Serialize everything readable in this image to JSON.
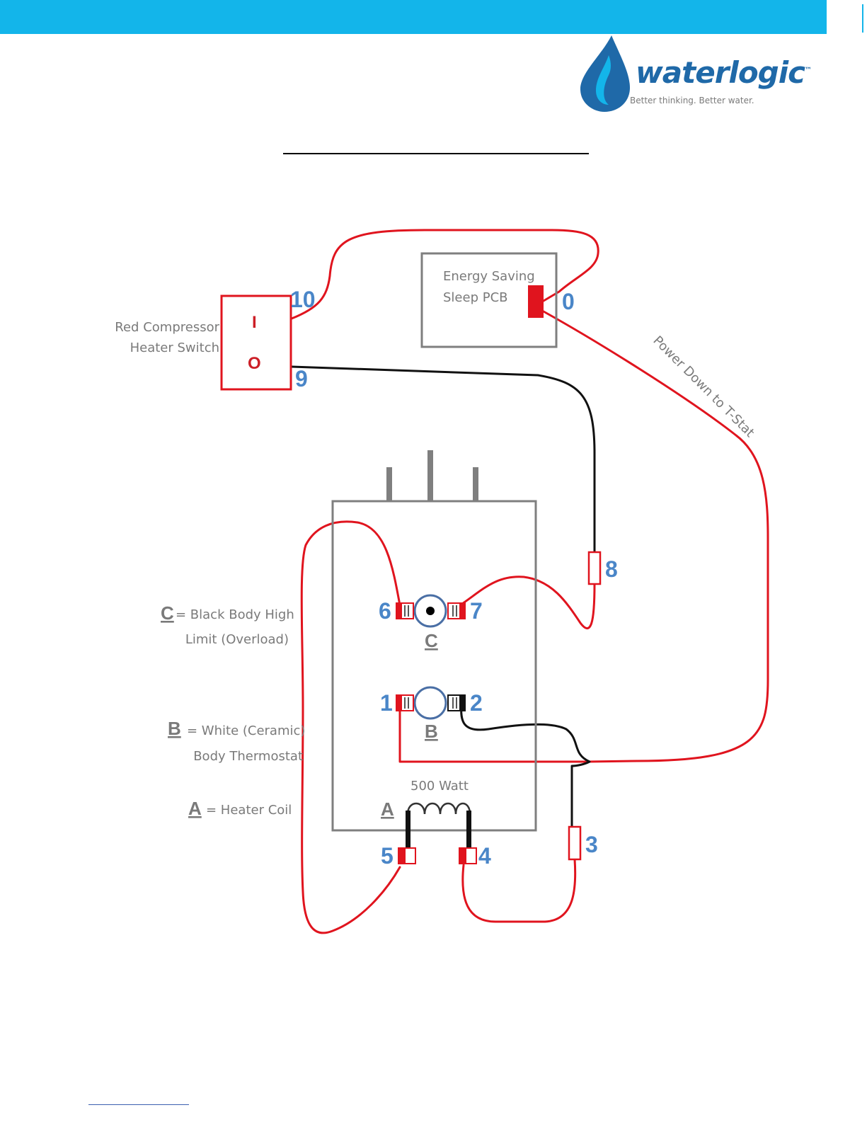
{
  "header": {
    "bar_color": "#13b5ea",
    "brand_name": "waterlogic",
    "trademark": "™",
    "tagline": "Better thinking. Better water."
  },
  "diagram": {
    "switch": {
      "label_line1": "Red Compressor",
      "label_line2": "Heater Switch",
      "on_symbol": "I",
      "off_symbol": "O"
    },
    "pcb": {
      "label_line1": "Energy Saving",
      "label_line2": "Sleep PCB"
    },
    "wire_note": "Power Down to T-Stat",
    "terminals": {
      "t0": "0",
      "t1": "1",
      "t2": "2",
      "t3": "3",
      "t4": "4",
      "t5": "5",
      "t6": "6",
      "t7": "7",
      "t8": "8",
      "t9": "9",
      "t10": "10"
    },
    "component_c": {
      "letter": "C",
      "legend_rest": "= Black Body High",
      "legend_line2": "Limit (Overload)"
    },
    "component_b": {
      "letter": "B",
      "legend_rest": "= White (Ceramic)",
      "legend_line2": "Body Thermostat"
    },
    "component_a": {
      "letter": "A",
      "legend_rest": "= Heater Coil",
      "power": "500 Watt"
    },
    "colors": {
      "red_wire": "#e0141e",
      "black_wire": "#111111",
      "terminal_number": "#4a86c8",
      "box_gray": "#7f7f7f",
      "label_gray": "#7a7a7a"
    }
  }
}
